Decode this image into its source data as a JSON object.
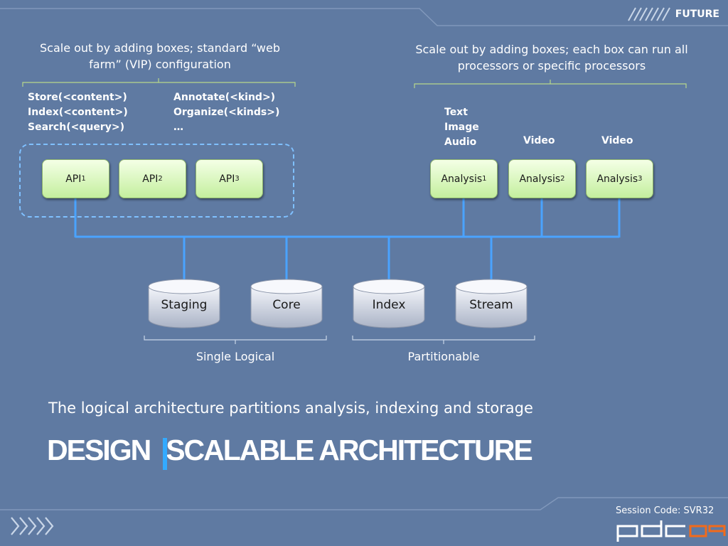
{
  "header": {
    "brand_label": "FUTURE"
  },
  "colors": {
    "background": "#5f7aa2",
    "box_fill": "#d8f5b8",
    "connector": "#4aa3ff",
    "separator": "#33aaff",
    "logo_accent": "#f26a1b"
  },
  "left_note": {
    "line1": "Scale out by adding boxes; standard “web",
    "line2": "farm” (VIP) configuration"
  },
  "right_note": {
    "line1": "Scale out by adding boxes; each box can run all",
    "line2": "processors or specific processors"
  },
  "api_ops": {
    "col1": [
      "Store(<content>)",
      "Index(<content>)",
      "Search(<query>)"
    ],
    "col2": [
      "Annotate(<kind>)",
      "Organize(<kinds>)",
      "…"
    ]
  },
  "analysis_labels": {
    "col1": [
      "Text",
      "Image",
      "Audio"
    ],
    "col2": "Video",
    "col3": "Video"
  },
  "api_boxes": [
    {
      "base": "API",
      "sub": "1"
    },
    {
      "base": "API",
      "sub": "2"
    },
    {
      "base": "API",
      "sub": "3"
    }
  ],
  "analysis_boxes": [
    {
      "base": "Analysis",
      "sub": "1"
    },
    {
      "base": "Analysis",
      "sub": "2"
    },
    {
      "base": "Analysis",
      "sub": "3"
    }
  ],
  "stores": [
    "Staging",
    "Core",
    "Index",
    "Stream"
  ],
  "groups": {
    "left": "Single Logical",
    "right": "Partitionable"
  },
  "subtitle": "The logical architecture partitions analysis, indexing and storage",
  "title": {
    "part1": "DESIGN",
    "part2": "SCALABLE ARCHITECTURE"
  },
  "footer": {
    "session_code": "Session Code: SVR32",
    "logo_text": "pdc09",
    "chevrons": "»»»"
  }
}
